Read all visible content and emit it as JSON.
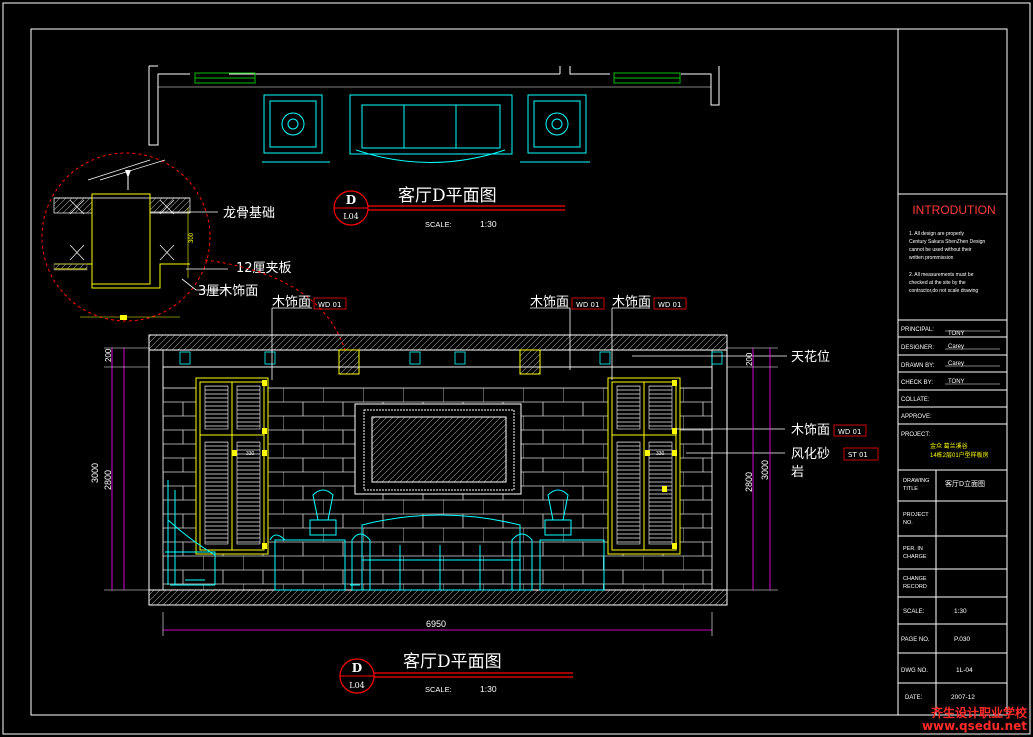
{
  "plan_title": "客厅D平面图",
  "elev_title": "客厅D平面图",
  "bubble_top": "D",
  "bubble_bottom": "L04",
  "scale_label": "SCALE:",
  "scale_value": "1:30",
  "callouts": {
    "keel": "龙骨基础",
    "ply12": "12厘夹板",
    "wood3": "3厘木饰面",
    "wood_a": "木饰面",
    "wood_b": "木饰面",
    "wood_c": "木饰面",
    "wood_tag": "WD 01",
    "ceiling": "天花位",
    "wood_r": "木饰面",
    "sand_1": "风化砂",
    "sand_2": "岩",
    "sand_tag": "ST 01"
  },
  "dims": {
    "total_width": "6950",
    "h_total": "3000",
    "h_main": "2800",
    "h_top": "200",
    "detail": "300",
    "small": "330"
  },
  "panel": {
    "heading": "INTRODUTION",
    "notes": [
      "1.   All design are properly",
      "Century Sakura ShenZhen Design",
      "cannot be used without their",
      "written prommission",
      "2.   All measurements must be",
      "checked at the site by the",
      "contractor,do not scale drawing"
    ],
    "rows": [
      {
        "label": "PRINCIPAL:",
        "value": "TONY"
      },
      {
        "label": "DESIGNER:",
        "value": "Carey"
      },
      {
        "label": "DRAWN BY:",
        "value": "Carey"
      },
      {
        "label": "CHECK BY:",
        "value": "TONY"
      },
      {
        "label": "COLLATE:",
        "value": ""
      },
      {
        "label": "APPROVE:",
        "value": ""
      }
    ],
    "project_label": "PROJECT:",
    "project_value": [
      "金众 葛兰溪谷",
      "14栋2层01户型样板房"
    ],
    "drawing_label": [
      "DRAWING",
      "TITLE"
    ],
    "drawing_value": "客厅D立面图",
    "projno_label": [
      "PROJECT",
      "NO."
    ],
    "charge_label": [
      "PER. IN",
      "CHARGE"
    ],
    "change_label": [
      "CHANGE",
      "RECORD"
    ],
    "scale_row": {
      "label": "SCALE:",
      "value": "1:30"
    },
    "page_row": {
      "label": "PAGE NO.",
      "value": "P.030"
    },
    "dwg_row": {
      "label": "DWG NO.",
      "value": "1L-04"
    },
    "date_row": {
      "label": "DATE:",
      "value": "2007-12"
    }
  },
  "watermark": {
    "name": "齐生设计职业学校",
    "url": "www.qsedu.net"
  },
  "colors": {
    "yellow": "#ffff00",
    "cyan": "#00ffff",
    "red": "#ff0000",
    "white": "#ffffff",
    "green": "#00c000",
    "magenta": "#ff00ff",
    "grey": "#9a9a9a"
  }
}
